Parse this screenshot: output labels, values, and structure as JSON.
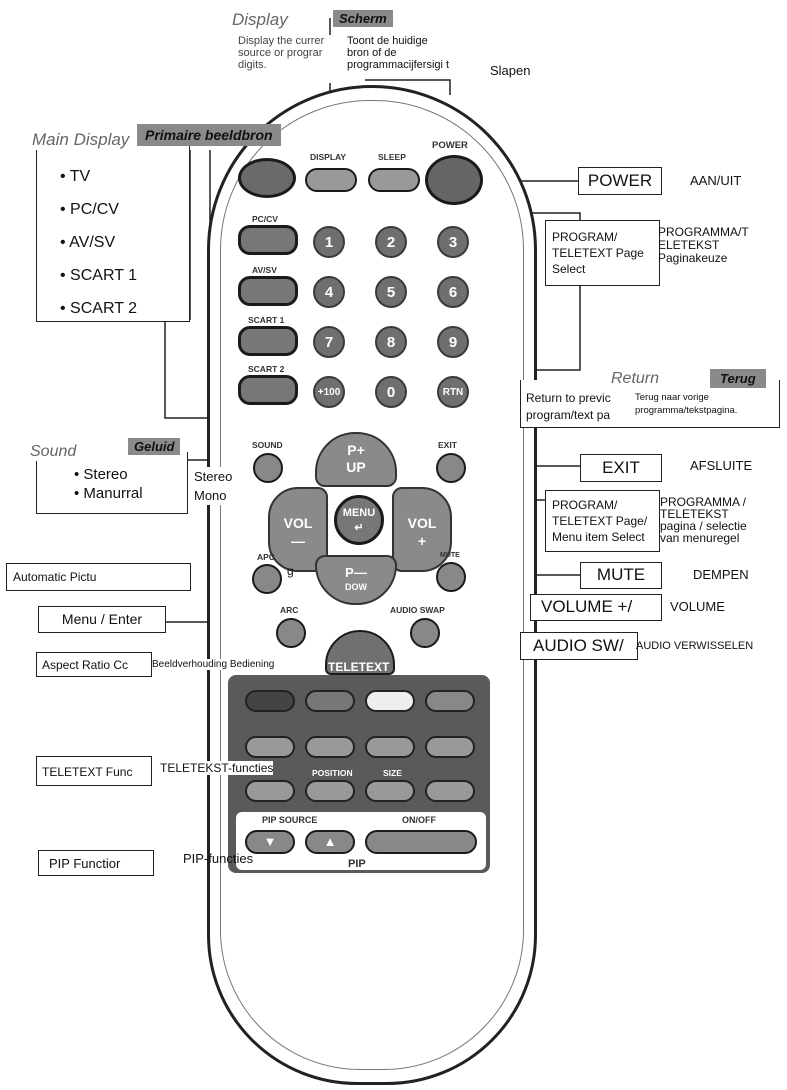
{
  "top": {
    "display_title": "Display",
    "display_tag": "Scherm",
    "display_desc": [
      "Display the currer",
      "source or prograr",
      "digits."
    ],
    "display_nl": [
      "Toont de huidige",
      "bron of de",
      "programmacijfersigi t"
    ],
    "slapen": "Slapen"
  },
  "main_display": {
    "title": "Main Display",
    "tag": "Primaire beeldbron",
    "items": [
      "TV",
      "PC/CV",
      "AV/SV",
      "SCART 1",
      "SCART 2"
    ]
  },
  "sound": {
    "title": "Sound",
    "tag": "Geluid",
    "items": [
      "Stereo",
      "Manurral"
    ],
    "nl": [
      "Stereo",
      "Mono"
    ]
  },
  "left_boxes": {
    "apc": "Automatic Pictu",
    "apc_tail": "g",
    "menu": "Menu / Enter",
    "arc": "Aspect Ratio Cc",
    "arc_nl": "Beeldverhouding Bediening",
    "teletext": "TELETEXT Func",
    "teletext_nl": "TELETEKST-functies",
    "pip": "PIP Functior",
    "pip_nl": "PIP-functies"
  },
  "right": {
    "power": "POWER",
    "power_nl": "AAN/UIT",
    "program_box": [
      "PROGRAM/",
      "TELETEXT Page",
      "Select"
    ],
    "program_nl": [
      "PROGRAMMA/T",
      "ELETEKST",
      "Paginakeuze"
    ],
    "return_title": "Return",
    "return_tag": "Terug",
    "return_desc": [
      "Return to previc",
      "program/text pa"
    ],
    "return_nl": [
      "Terug naar vorige",
      "programma/tekstpagina."
    ],
    "exit": "EXIT",
    "exit_nl": "AFSLUITE",
    "menu_box": [
      "PROGRAM/",
      "TELETEXT Page/",
      "Menu item Select"
    ],
    "menu_nl": [
      "PROGRAMMA /",
      "TELETEKST",
      "pagina / selectie",
      "van menuregel"
    ],
    "mute": "MUTE",
    "mute_nl": "DEMPEN",
    "volume": "VOLUME +/",
    "volume_nl": "VOLUME",
    "audio": "AUDIO SW/",
    "audio_nl": "AUDIO VERWISSELEN"
  },
  "remote": {
    "display": "DISPLAY",
    "sleep": "SLEEP",
    "power": "POWER",
    "pccv": "PC/CV",
    "avsv": "AV/SV",
    "scart1": "SCART 1",
    "scart2": "SCART 2",
    "digits": [
      "1",
      "2",
      "3",
      "4",
      "5",
      "6",
      "7",
      "8",
      "9",
      "+100",
      "0",
      "RTN"
    ],
    "sound": "SOUND",
    "exit": "EXIT",
    "p_up": [
      "P+",
      "UP"
    ],
    "p_down": [
      "P—",
      "DOW"
    ],
    "vol_minus": [
      "VOL",
      "—"
    ],
    "vol_plus": [
      "VOL",
      "+"
    ],
    "menu": [
      "MENU",
      "↵"
    ],
    "apc": "APC",
    "mute": "MUTE",
    "arc": "ARC",
    "audio_swap": "AUDIO SWAP",
    "teletext": "TELETEXT",
    "position": "POSITION",
    "size": "SIZE",
    "pip_source": "PIP SOURCE",
    "onoff": "ON/OFF",
    "pip": "PIP"
  }
}
